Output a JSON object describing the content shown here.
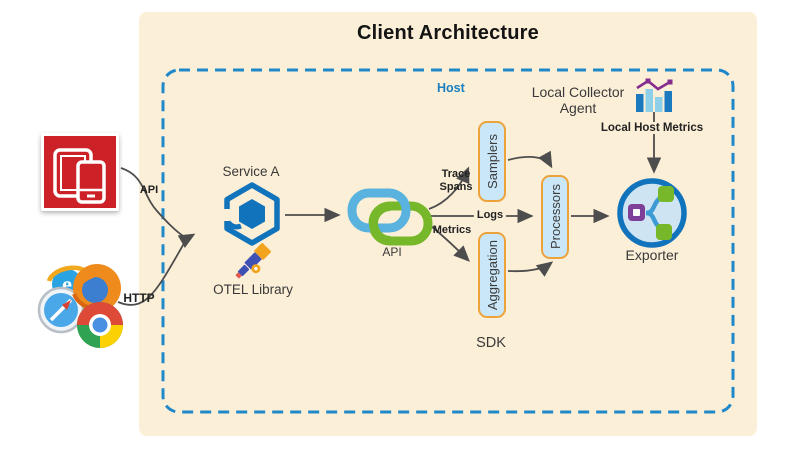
{
  "title": "Client Architecture",
  "host": {
    "label": "Host"
  },
  "nodes": {
    "service_a": {
      "label": "Service A"
    },
    "otel_library": {
      "label": "OTEL Library"
    },
    "api": {
      "label": "API"
    },
    "samplers": {
      "label": "Samplers"
    },
    "processors": {
      "label": "Processors"
    },
    "aggregation": {
      "label": "Aggregation"
    },
    "exporter": {
      "label": "Exporter"
    },
    "sdk": {
      "label": "SDK"
    },
    "local_collector_agent": {
      "line1": "Local Collector",
      "line2": "Agent"
    }
  },
  "edges": {
    "api": {
      "label": "API"
    },
    "http": {
      "label": "HTTP"
    },
    "trace_spans": {
      "line1": "Trace",
      "line2": "Spans"
    },
    "logs": {
      "label": "Logs"
    },
    "metrics": {
      "label": "Metrics"
    },
    "local_host_metrics": {
      "label": "Local Host Metrics"
    }
  },
  "icons": {
    "devices": "mobile-tablet-devices-icon",
    "browsers": "web-browsers-icon",
    "service": "hexagon-package-icon",
    "api": "chain-links-icon",
    "otel": "telescope-icon",
    "collector": "metrics-bar-chart-icon",
    "exporter": "export-branch-icon"
  },
  "colors": {
    "panel_bg": "#fcefd8",
    "dashed_border": "#1f88c9",
    "host_text": "#1a7fc0",
    "box_fill": "#c9e7f8",
    "box_border": "#eda33c",
    "arrow": "#4d4d4d",
    "chain_blue": "#5ab2de",
    "chain_green": "#77b82a",
    "hexagon_blue": "#1173bc",
    "devices_red": "#cb2127",
    "exporter_fill": "#cfe4f3",
    "purple": "#7d3f98",
    "green": "#76b82a"
  }
}
